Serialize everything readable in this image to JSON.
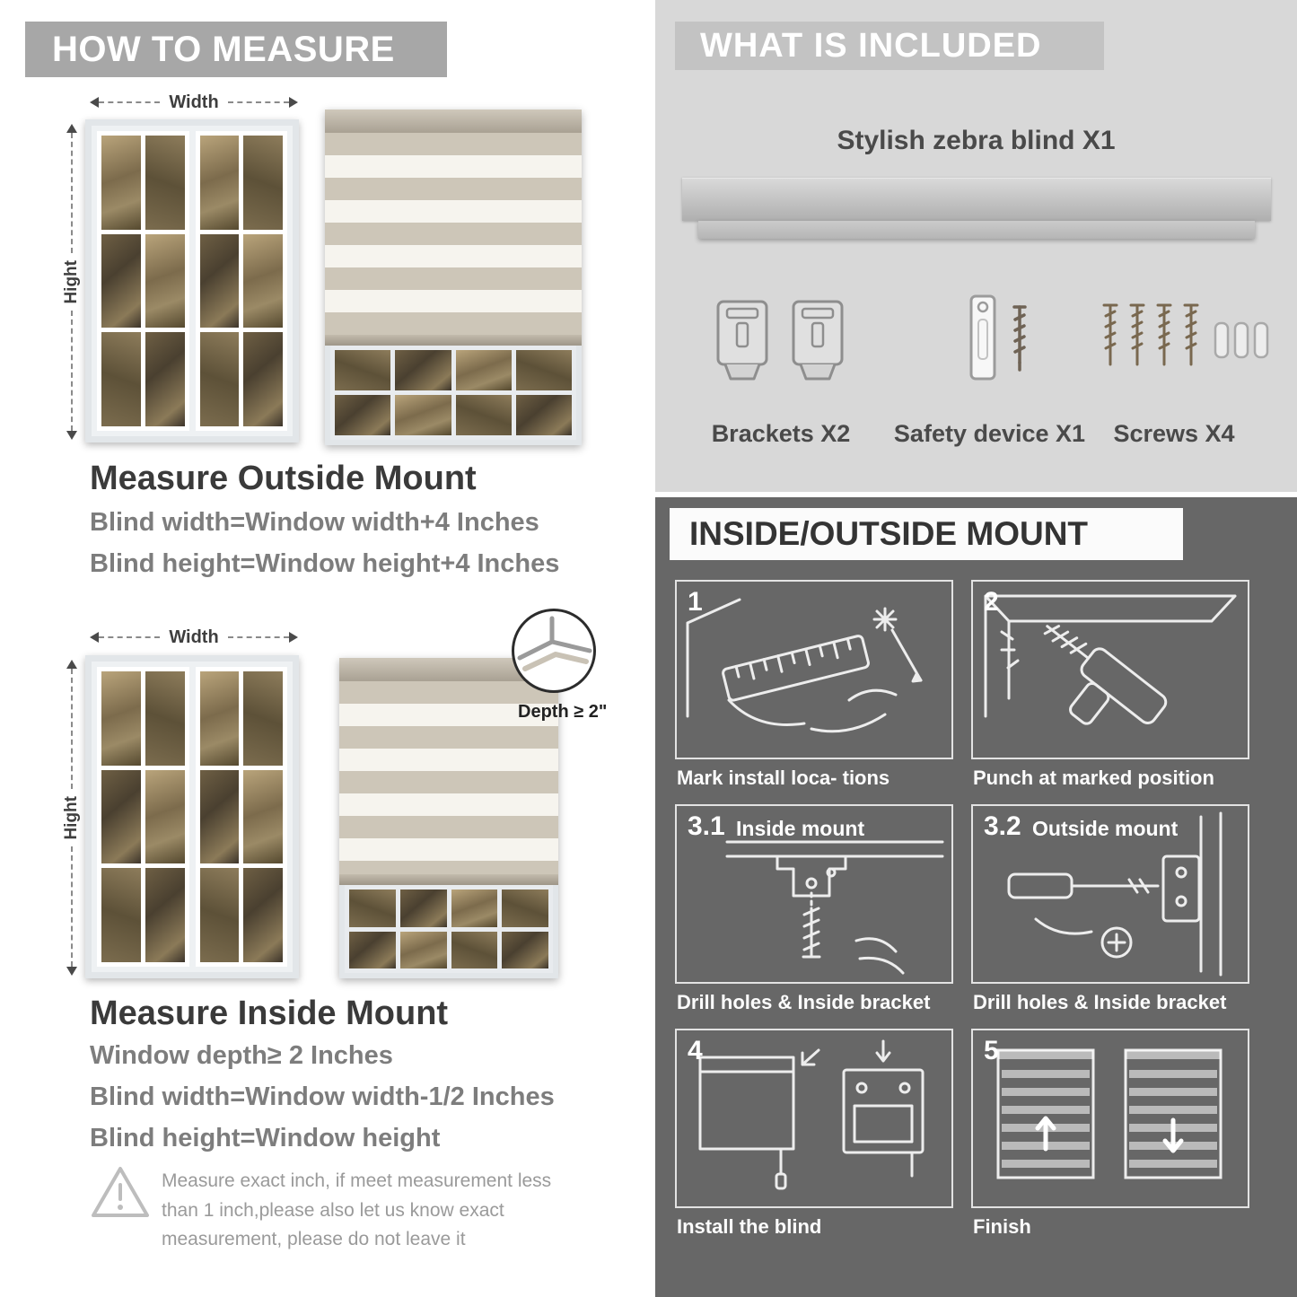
{
  "colors": {
    "left_header_bg": "#a7a7a7",
    "included_bg": "#d8d8d8",
    "included_band_bg": "#c3c3c3",
    "mount_bg": "#676767",
    "heading_text": "#3a3a3a",
    "sub_text": "#7d7d7d"
  },
  "left": {
    "header": "HOW TO MEASURE",
    "width_label": "Width",
    "height_label": "Hight",
    "outside": {
      "title": "Measure Outside Mount",
      "line1": "Blind width=Window width+4 Inches",
      "line2": "Blind height=Window height+4 Inches"
    },
    "inside": {
      "title": "Measure Inside Mount",
      "depth_callout": "Depth ≥ 2\"",
      "line1": "Window depth≥ 2 Inches",
      "line2": "Blind width=Window width-1/2 Inches",
      "line3": "Blind height=Window height"
    },
    "warning": "Measure exact inch, if meet measurement less than 1 inch,please also let us know exact measurement, please do not leave it"
  },
  "right_top": {
    "header": "WHAT IS INCLUDED",
    "product": "Stylish zebra blind X1",
    "items": [
      {
        "label": "Brackets X2"
      },
      {
        "label": "Safety device X1"
      },
      {
        "label": "Screws X4"
      }
    ]
  },
  "right_bottom": {
    "header": "INSIDE/OUTSIDE MOUNT",
    "steps": [
      {
        "num": "1",
        "title": "",
        "caption": "Mark install loca- tions"
      },
      {
        "num": "2",
        "title": "",
        "caption": "Punch at  marked position"
      },
      {
        "num": "3.1",
        "title": "Inside mount",
        "caption": "Drill holes &  Inside bracket"
      },
      {
        "num": "3.2",
        "title": "Outside mount",
        "caption": "Drill holes &  Inside bracket"
      },
      {
        "num": "4",
        "title": "",
        "caption": "Install the blind"
      },
      {
        "num": "5",
        "title": "",
        "caption": "Finish"
      }
    ]
  }
}
